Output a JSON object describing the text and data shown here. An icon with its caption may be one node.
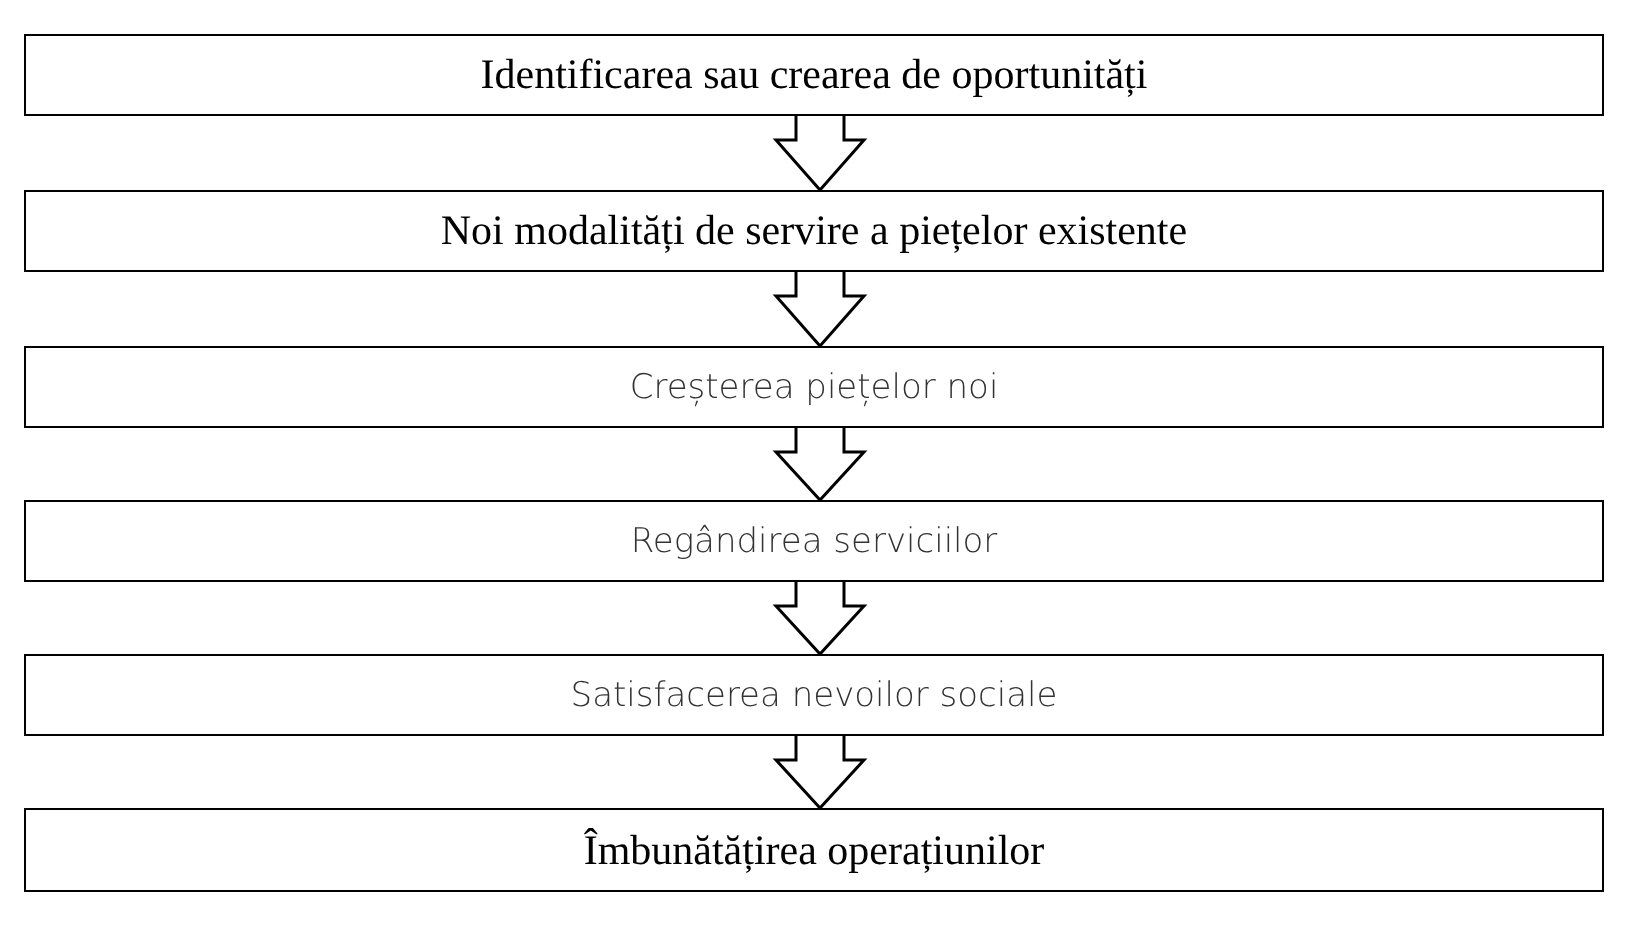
{
  "diagram": {
    "nodes": [
      {
        "text": [
          "Identificarea sau crearea de oportunități"
        ]
      },
      {
        "text": [
          "Noi modalități de servire a piețelor existente"
        ]
      },
      {
        "text": [
          "Creșterea piețelor noi"
        ]
      },
      {
        "text": [
          "Regândirea serviciilor"
        ]
      },
      {
        "text": [
          "Satisfacerea nevoilor sociale"
        ]
      },
      {
        "text": [
          "Îmbunătățirea operațiunilor"
        ]
      }
    ],
    "edges": [
      {
        "from": 0,
        "to": 1,
        "arrow": "to"
      },
      {
        "from": 1,
        "to": 2,
        "arrow": "to"
      },
      {
        "from": 2,
        "to": 3,
        "arrow": "to"
      },
      {
        "from": 3,
        "to": 4,
        "arrow": "to"
      },
      {
        "from": 4,
        "to": 5,
        "arrow": "to"
      }
    ]
  }
}
